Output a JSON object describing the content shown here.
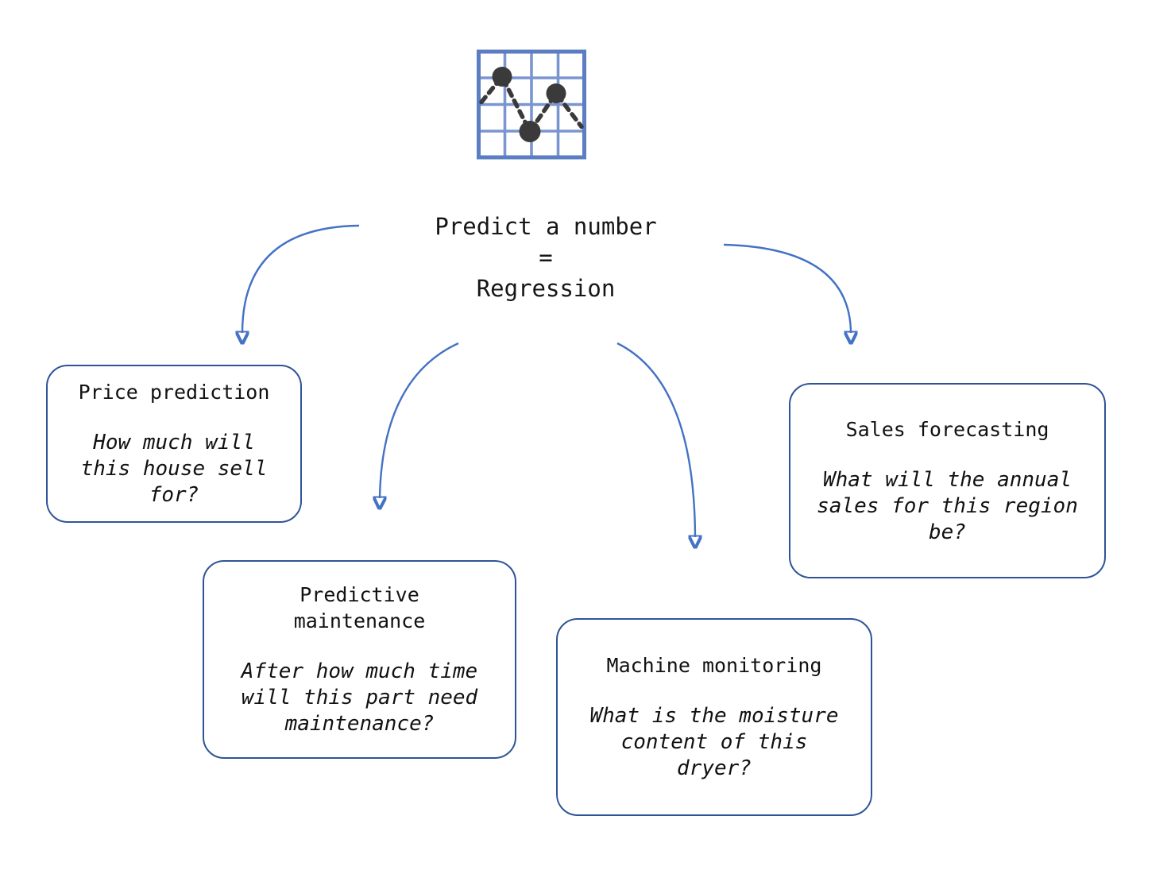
{
  "diagram": {
    "type": "concept-map",
    "title": "Predict a number\n=\nRegression",
    "icon": "line-chart-grid-icon",
    "colors": {
      "arrow": "#4472C4",
      "box_border": "#2F5496",
      "icon_frame": "#5B7DC2",
      "icon_grid": "#7B95D0",
      "icon_dots": "#3A3A3A",
      "text": "#111111",
      "background": "#FFFFFF"
    },
    "boxes": [
      {
        "id": "price-prediction",
        "title": "Price prediction",
        "question": "How much will\nthis house sell\nfor?"
      },
      {
        "id": "predictive-maintenance",
        "title": "Predictive\nmaintenance",
        "question": "After how much time\nwill this part need\nmaintenance?"
      },
      {
        "id": "machine-monitoring",
        "title": "Machine monitoring",
        "question": "What is the moisture\ncontent of this\ndryer?"
      },
      {
        "id": "sales-forecasting",
        "title": "Sales forecasting",
        "question": "What will the annual\nsales for this region\nbe?"
      }
    ]
  }
}
